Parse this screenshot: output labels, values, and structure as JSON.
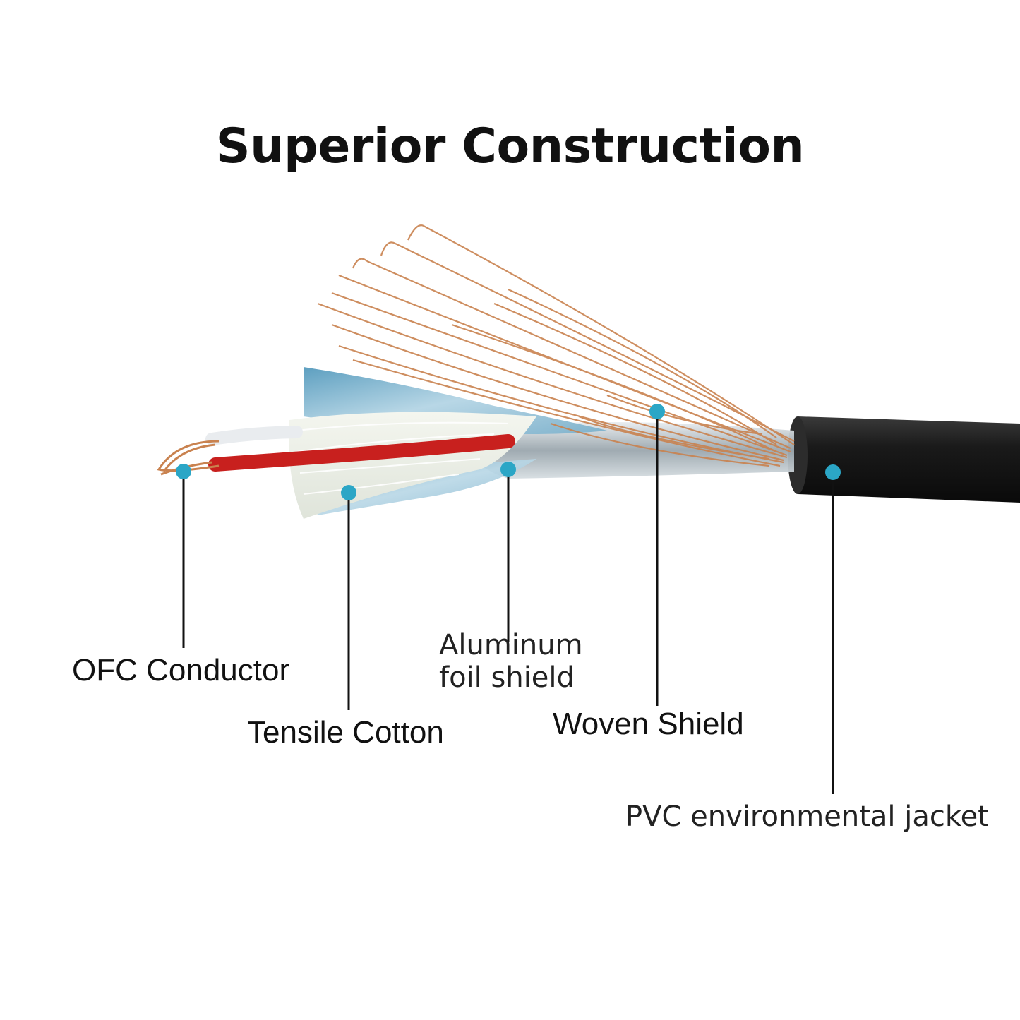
{
  "title": "Superior Construction",
  "labels": {
    "ofc_conductor": "OFC Conductor",
    "tensile_cotton": "Tensile Cotton",
    "aluminum_line1": "Aluminum",
    "aluminum_line2": "foil shield",
    "woven_shield": "Woven Shield",
    "pvc_jacket": "PVC environmental jacket"
  },
  "colors": {
    "marker": "#2BA6C6",
    "copper": "#C9824F",
    "jacket": "#1A1A1A",
    "red_wire": "#C8201E",
    "foil_blue": "#6FA9C4"
  }
}
